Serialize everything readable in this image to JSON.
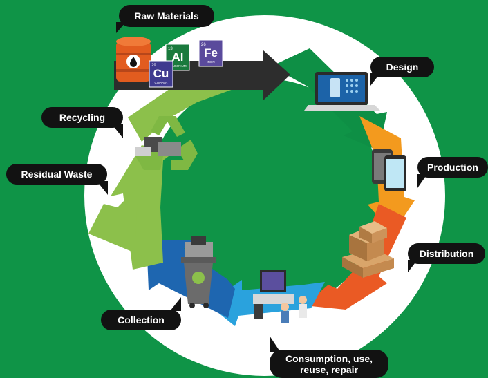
{
  "stages": {
    "raw_materials": "Raw Materials",
    "design": "Design",
    "production": "Production",
    "distribution": "Distribution",
    "consumption_line1": "Consumption, use,",
    "consumption_line2": "reuse, repair",
    "collection": "Collection",
    "residual_waste": "Residual Waste",
    "recycling": "Recycling"
  },
  "elements": {
    "al": {
      "symbol": "Al",
      "number": "13",
      "name": "ALUMINIUM"
    },
    "fe": {
      "symbol": "Fe",
      "number": "26",
      "name": "IRON"
    },
    "cu": {
      "symbol": "Cu",
      "number": "29",
      "name": "COPPER"
    }
  },
  "colors": {
    "background": "#0f9447",
    "ring": "#ffffff",
    "label_bg": "#121212",
    "design_arrow": "#0e8f45",
    "production_arrow": "#f39a1e",
    "distribution_arrow": "#ea5a24",
    "consumption_arrow": "#2aa2dd",
    "collection_arrow": "#1e66b0",
    "recycling_arrow": "#8cc04b",
    "raw_arrow": "#2d2d2d"
  }
}
